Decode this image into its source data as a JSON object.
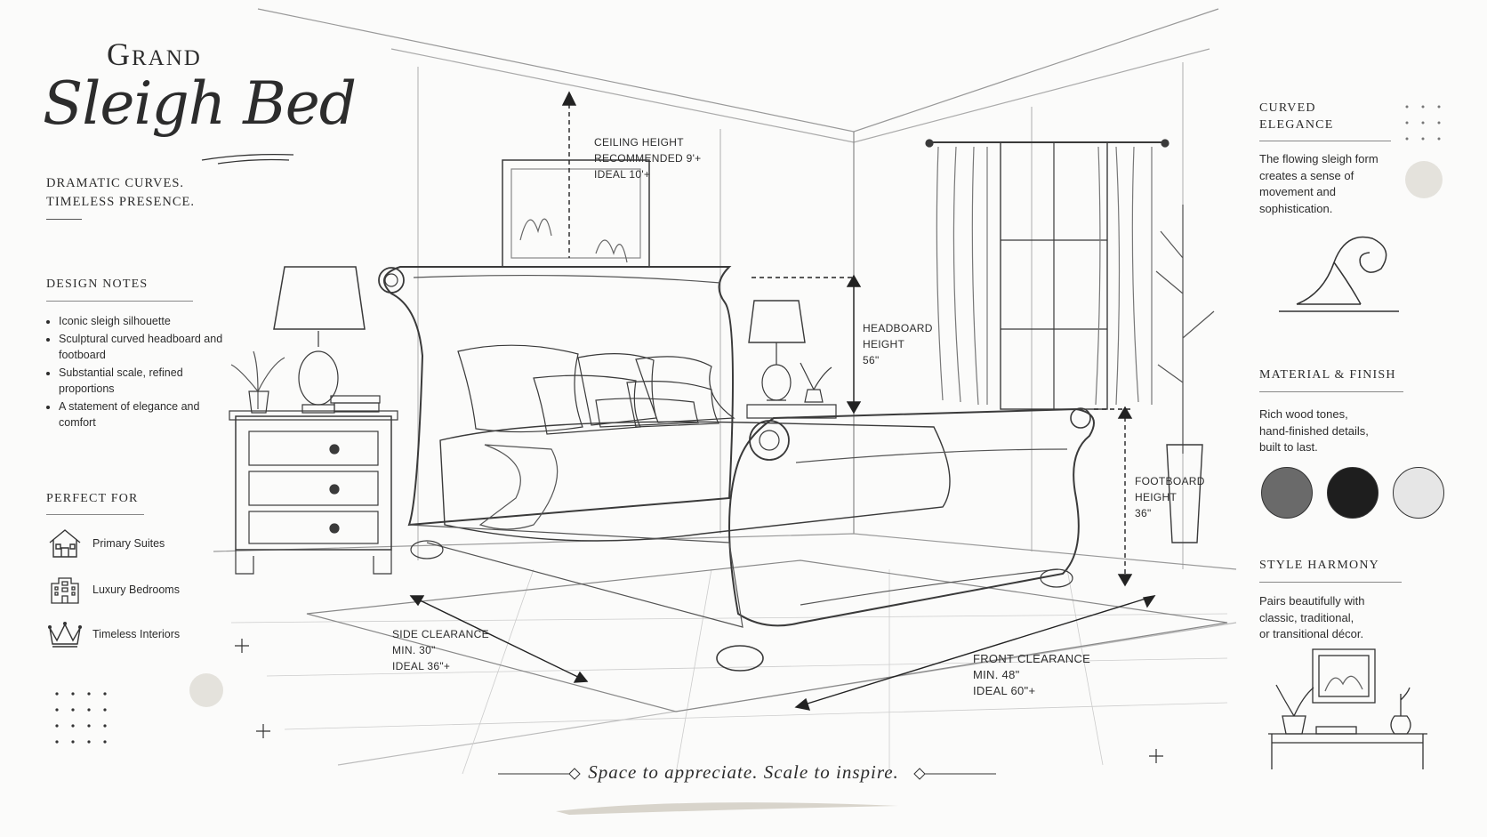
{
  "title": {
    "line1": "Grand",
    "line2": "Sleigh Bed"
  },
  "tagline": {
    "line1": "DRAMATIC CURVES.",
    "line2": "TIMELESS PRESENCE."
  },
  "design_notes": {
    "heading": "DESIGN NOTES",
    "items": [
      "Iconic sleigh silhouette",
      "Sculptural curved headboard and footboard",
      "Substantial scale, refined proportions",
      "A statement of elegance and comfort"
    ]
  },
  "perfect_for": {
    "heading": "PERFECT FOR",
    "items": [
      {
        "label": "Primary Suites",
        "icon": "house-icon"
      },
      {
        "label": "Luxury Bedrooms",
        "icon": "building-icon"
      },
      {
        "label": "Timeless Interiors",
        "icon": "crown-icon"
      }
    ]
  },
  "dimensions": {
    "ceiling": {
      "l1": "CEILING HEIGHT",
      "l2": "RECOMMENDED 9'+",
      "l3": "IDEAL 10'+"
    },
    "headboard": {
      "l1": "HEADBOARD",
      "l2": "HEIGHT",
      "l3": "56\""
    },
    "footboard": {
      "l1": "FOOTBOARD",
      "l2": "HEIGHT",
      "l3": "36\""
    },
    "side": {
      "l1": "SIDE CLEARANCE",
      "l2": "MIN. 30\"",
      "l3": "IDEAL 36\"+"
    },
    "front": {
      "l1": "FRONT CLEARANCE",
      "l2": "MIN. 48\"",
      "l3": "IDEAL 60\"+"
    }
  },
  "curved": {
    "heading1": "CURVED",
    "heading2": "ELEGANCE",
    "text": [
      "The flowing sleigh form",
      "creates a sense of",
      "movement and",
      "sophistication."
    ]
  },
  "material": {
    "heading": "MATERIAL & FINISH",
    "text": [
      "Rich wood tones,",
      "hand-finished details,",
      "built to last."
    ],
    "swatches": [
      "#6a6a6a",
      "#1e1e1e",
      "#e6e6e6"
    ]
  },
  "style": {
    "heading": "STYLE HARMONY",
    "text": [
      "Pairs beautifully with",
      "classic, traditional,",
      "or transitional décor."
    ]
  },
  "footer": "Space to appreciate. Scale to inspire.",
  "colors": {
    "ink": "#2c2c2c",
    "accent_circle": "#e4e2dc",
    "paper": "#fbfbfa"
  }
}
